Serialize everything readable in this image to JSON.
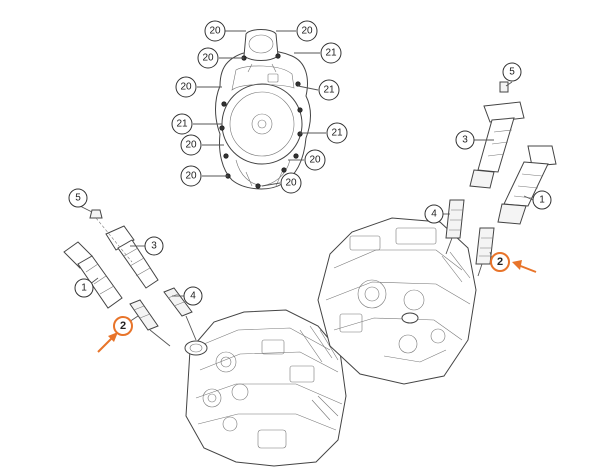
{
  "accent_color": "#e8742a",
  "callouts": {
    "water_pump": [
      {
        "id": "wp-1",
        "label": "20"
      },
      {
        "id": "wp-2",
        "label": "20"
      },
      {
        "id": "wp-3",
        "label": "20"
      },
      {
        "id": "wp-4",
        "label": "21"
      },
      {
        "id": "wp-5",
        "label": "20"
      },
      {
        "id": "wp-6",
        "label": "21"
      },
      {
        "id": "wp-7",
        "label": "21"
      },
      {
        "id": "wp-8",
        "label": "21"
      },
      {
        "id": "wp-9",
        "label": "20"
      },
      {
        "id": "wp-10",
        "label": "20"
      },
      {
        "id": "wp-11",
        "label": "20"
      },
      {
        "id": "wp-12",
        "label": "20"
      }
    ],
    "front_head": [
      {
        "id": "fh-5",
        "label": "5"
      },
      {
        "id": "fh-3",
        "label": "3"
      },
      {
        "id": "fh-1",
        "label": "1"
      },
      {
        "id": "fh-4",
        "label": "4"
      }
    ],
    "rear_head": [
      {
        "id": "rh-5",
        "label": "5"
      },
      {
        "id": "rh-3",
        "label": "3"
      },
      {
        "id": "rh-4",
        "label": "4"
      },
      {
        "id": "rh-1",
        "label": "1"
      }
    ],
    "highlighted": [
      {
        "id": "hl-front",
        "label": "2"
      },
      {
        "id": "hl-rear",
        "label": "2"
      }
    ]
  }
}
